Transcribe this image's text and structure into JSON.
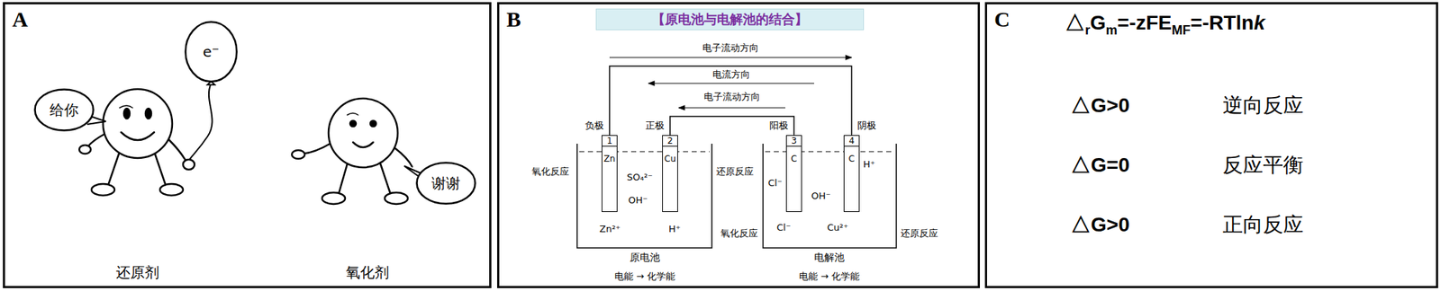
{
  "diagram": {
    "nodes": [
      {
        "text": [
          "A"
        ]
      },
      {
        "text": [
          "给你"
        ],
        "in": 0
      },
      {
        "text": [
          "e⁻"
        ],
        "in": 0
      },
      {
        "text": [
          "谢谢"
        ],
        "in": 0
      },
      {
        "text": [
          "B"
        ]
      },
      {
        "text": [
          "【原电池与电解池的结合】"
        ],
        "in": 4
      },
      {
        "text": [
          "1",
          "Zn"
        ],
        "in": 4
      },
      {
        "text": [
          "2",
          "Cu"
        ],
        "in": 4
      },
      {
        "text": [
          "3",
          "C"
        ],
        "in": 4
      },
      {
        "text": [
          "4",
          "C"
        ],
        "in": 4
      },
      {
        "text": [
          "C"
        ]
      }
    ],
    "edges": [
      {
        "from": 6,
        "to": 9,
        "arrow": "none"
      },
      {
        "from": 7,
        "to": 8,
        "arrow": "none"
      }
    ],
    "labels": [
      "还原剂",
      "氧化剂",
      "电子流动方向",
      "电流方向",
      "电子流动方向",
      "负极",
      "正极",
      "阳极",
      "阴极",
      "氧化反应",
      "还原反应",
      "SO₄²⁻",
      "OH⁻",
      "Zn²⁺",
      "H⁺",
      "原电池",
      "电能 → 化学能",
      "Cl⁻",
      "OH⁻",
      "Cl⁻",
      "Cu²⁺",
      "H⁺",
      "氧化反应",
      "还原反应",
      "电解池",
      "电能 → 化学能",
      "△",
      "r",
      "G",
      "m",
      "=-zFE",
      "MF",
      "=-RTln",
      "k",
      "△G>0",
      "逆向反应",
      "△G=0",
      "反应平衡",
      "△G>0",
      "正向反应"
    ]
  }
}
